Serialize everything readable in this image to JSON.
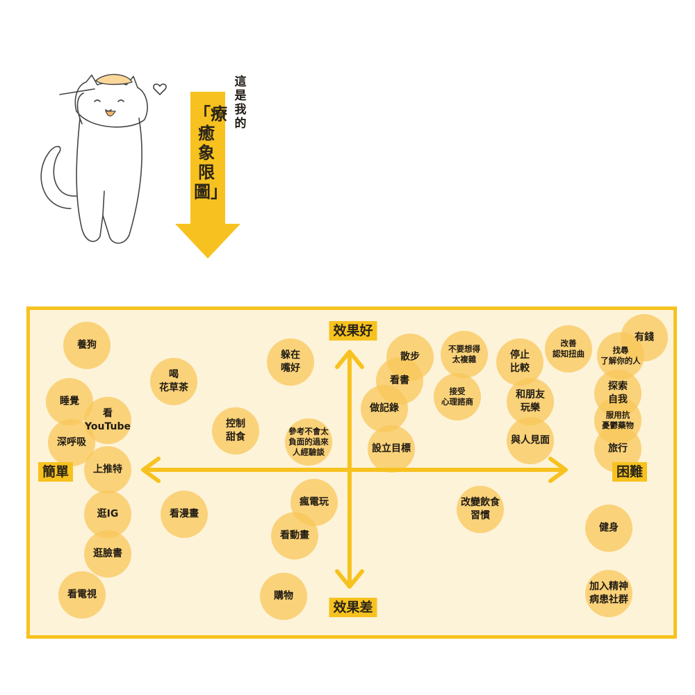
{
  "intro": {
    "side_text": "這是我的",
    "title": "「療癒象限圖」"
  },
  "axes": {
    "top": "效果好",
    "bottom": "效果差",
    "left": "簡單",
    "right": "困難"
  },
  "colors": {
    "accent": "#f7c21f",
    "panel": "#fdf3d9",
    "bubble": "#f8c75a"
  },
  "items": [
    {
      "text": "養狗"
    },
    {
      "text": "睡覺"
    },
    {
      "text": "看\nYouTube"
    },
    {
      "text": "深呼吸"
    },
    {
      "text": "上推特"
    },
    {
      "text": "逛IG"
    },
    {
      "text": "逛臉書"
    },
    {
      "text": "看電視"
    },
    {
      "text": "喝\n花草茶"
    },
    {
      "text": "控制\n甜食"
    },
    {
      "text": "看漫畫"
    },
    {
      "text": "躲在\n嘴好"
    },
    {
      "text": "參考不會太\n負面的過來\n人經驗談"
    },
    {
      "text": "瘋電玩"
    },
    {
      "text": "看動畫"
    },
    {
      "text": "購物"
    },
    {
      "text": "散步"
    },
    {
      "text": "看書"
    },
    {
      "text": "做記錄"
    },
    {
      "text": "設立目標"
    },
    {
      "text": "不要想得\n太複雜"
    },
    {
      "text": "接受\n心理諮商"
    },
    {
      "text": "停止\n比較"
    },
    {
      "text": "和朋友\n玩樂"
    },
    {
      "text": "與人見面"
    },
    {
      "text": "改善\n認知扭曲"
    },
    {
      "text": "有錢"
    },
    {
      "text": "找尋\n了解你的人"
    },
    {
      "text": "探索\n自我"
    },
    {
      "text": "服用抗\n憂鬱藥物"
    },
    {
      "text": "旅行"
    },
    {
      "text": "改變飲食\n習慣"
    },
    {
      "text": "健身"
    },
    {
      "text": "加入精神\n病患社群"
    }
  ]
}
